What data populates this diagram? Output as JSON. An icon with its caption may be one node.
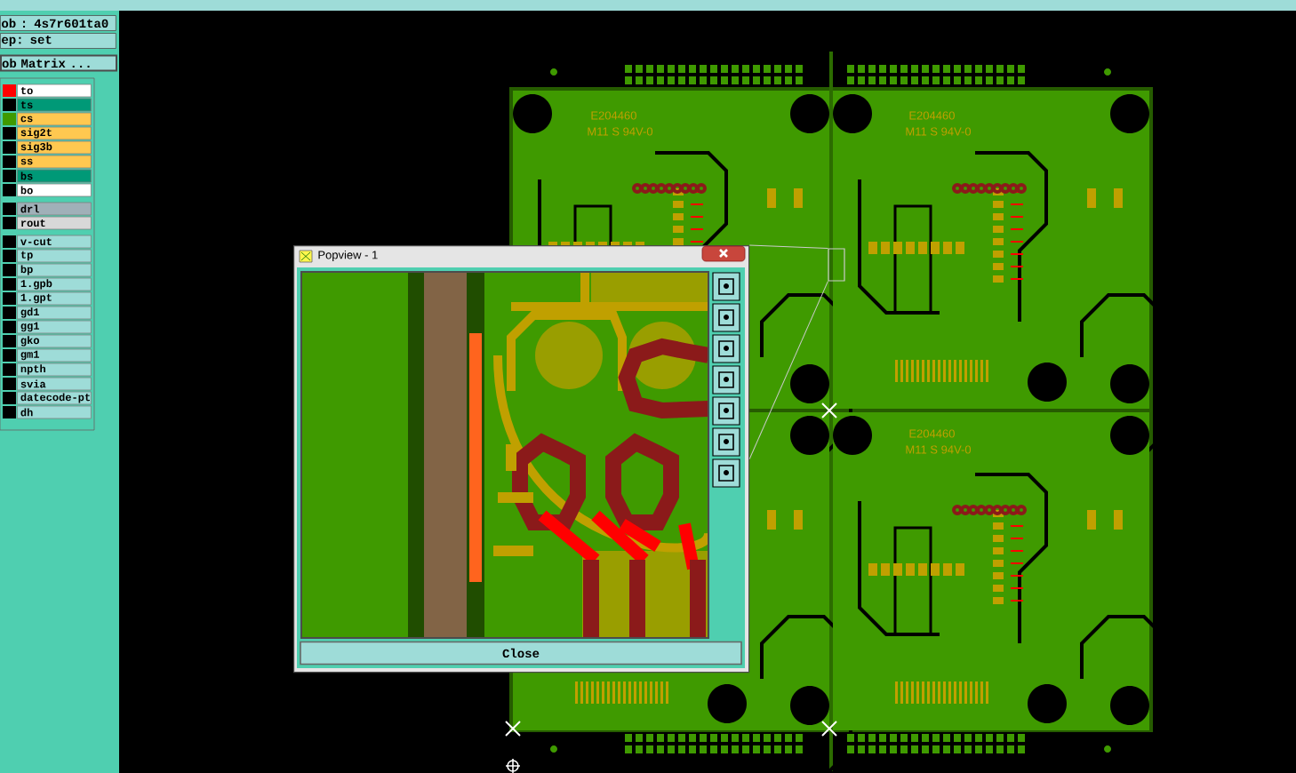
{
  "diagram": {
    "nodes": [
      {
        "text": [
          "Popview - 1"
        ]
      },
      {
        "text": [],
        "shape": "box"
      }
    ],
    "edges": [
      {
        "from": 0,
        "to": 1,
        "arrow": "none"
      },
      {
        "from": 0,
        "to": 1,
        "arrow": "none"
      }
    ],
    "labels": [
      "ob : 4s7r601ta0",
      "ep: set",
      "ob Matrix ...",
      "to",
      "ts",
      "cs",
      "sig2t",
      "sig3b",
      "ss",
      "bs",
      "bo",
      "drl",
      "rout",
      "v-cut",
      "tp",
      "bp",
      "1.gpb",
      "1.gpt",
      "gd1",
      "gg1",
      "gko",
      "gm1",
      "npth",
      "svia",
      "datecode-pt",
      "dh",
      "E204460",
      "M11 S 94V-0",
      "E204460",
      "M11 S 94V-0",
      "E204460",
      "M11 S 94V-0",
      "Close"
    ]
  }
}
